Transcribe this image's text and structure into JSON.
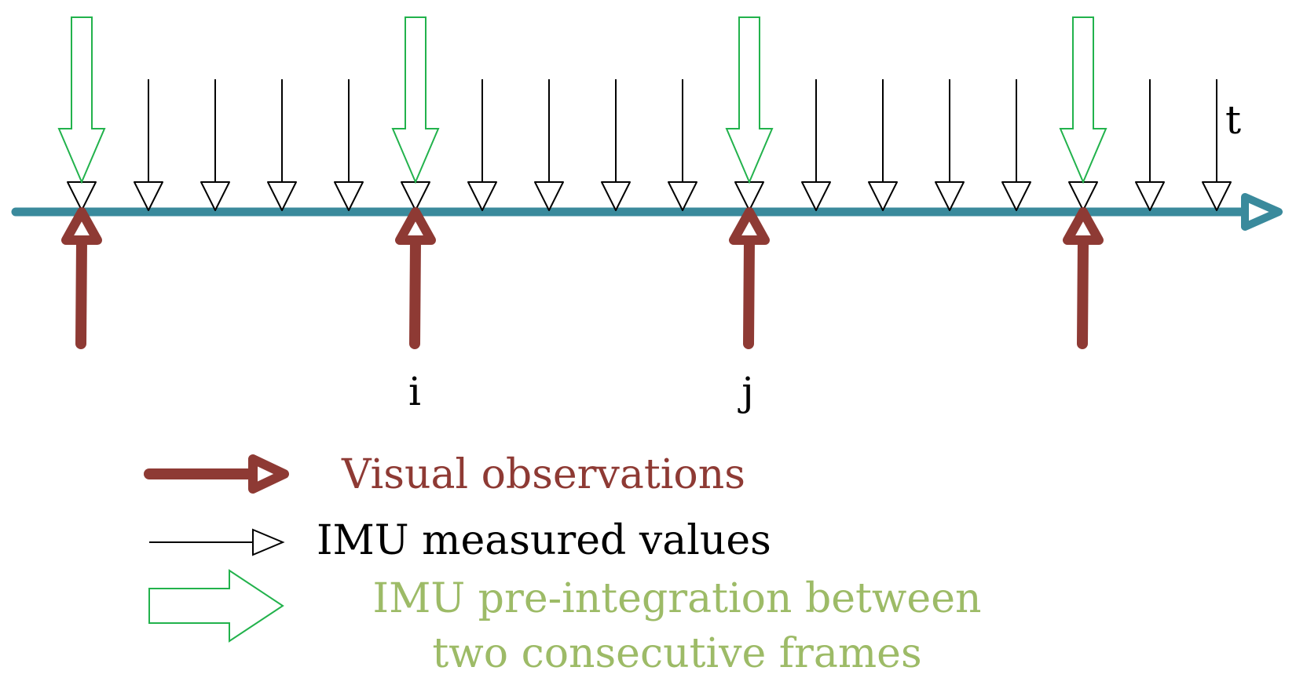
{
  "axis": {
    "label": "t"
  },
  "frame_labels": {
    "i": "i",
    "j": "j"
  },
  "legend": {
    "visual": "Visual observations",
    "imu": "IMU measured values",
    "preint_line1": "IMU pre-integration between",
    "preint_line2": "two consecutive frames"
  },
  "colors": {
    "axis": "#3a8a9c",
    "visual": "#8e3a34",
    "imu": "#000000",
    "preint_stroke": "#22b24c",
    "preint_text": "#9dbb67"
  },
  "timeline": {
    "imu_sample_count": 18,
    "keyframe_indices": [
      0,
      5,
      10,
      15
    ],
    "labeled_keyframes": [
      {
        "index": 5,
        "label_key": "i"
      },
      {
        "index": 10,
        "label_key": "j"
      }
    ]
  }
}
